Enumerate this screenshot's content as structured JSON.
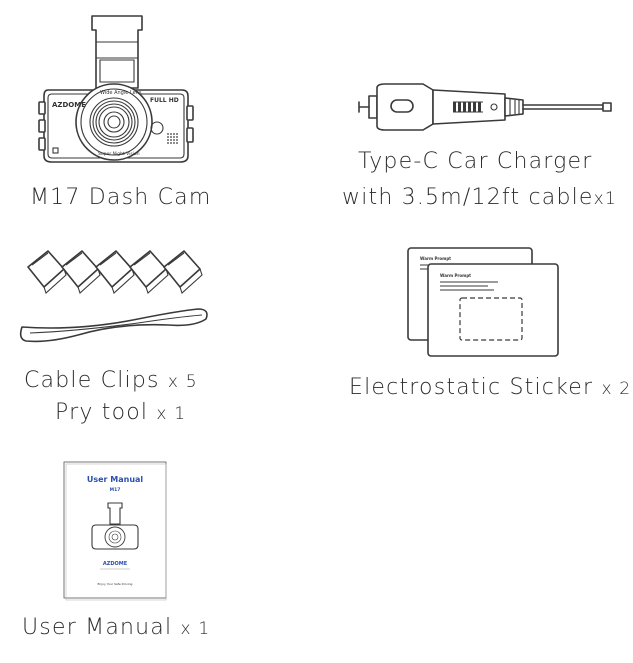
{
  "items": {
    "dash_cam": {
      "label": "M17 Dash Cam",
      "brand": "AZDOME",
      "lens_text_top": "Wide Angle Lens",
      "lens_text_bottom": "Super Night Vision",
      "hd_badge": "FULL HD"
    },
    "car_charger": {
      "label_line1": "Type-C  Car Charger",
      "label_line2": "with 3.5m/12ft cable",
      "label_line2_qty": "x1"
    },
    "cable_clips": {
      "label_line1": "Cable Clips",
      "label_line1_qty": "x 5",
      "label_line2": "Pry tool",
      "label_line2_qty": "x 1"
    },
    "sticker": {
      "label": "Electrostatic Sticker",
      "label_qty": "x 2",
      "card_title_back": "Warm Prompt",
      "card_title_front": "Warm Prompt"
    },
    "manual": {
      "label": "User Manual",
      "label_qty": "x 1",
      "cover_title": "User Manual",
      "cover_model": "M17",
      "cover_brand": "AZDOME",
      "cover_tagline": "Enjoy Your Safe Driving"
    }
  },
  "colors": {
    "line_art": "#3a3a3a",
    "text": "#2b2b2b",
    "manual_title": "#2a4fb0"
  }
}
